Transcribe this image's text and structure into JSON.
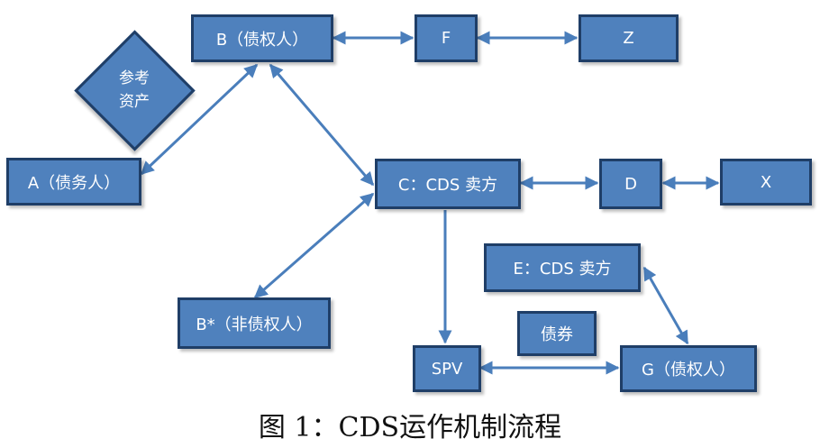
{
  "nodes": {
    "b": "B（债权人）",
    "f": "F",
    "z": "Z",
    "ref_asset_line1": "参考",
    "ref_asset_line2": "资产",
    "a": "A（债务人）",
    "c": "C：CDS 卖方",
    "d": "D",
    "x": "X",
    "e": "E：CDS 卖方",
    "b_star": "B*（非债权人）",
    "bond": "债券",
    "spv": "SPV",
    "g": "G（债权人）"
  },
  "caption": "图 1：CDS运作机制流程",
  "colors": {
    "box_fill": "#4f81bd",
    "box_border": "#1f3e67",
    "arrow": "#4a7ebb"
  }
}
